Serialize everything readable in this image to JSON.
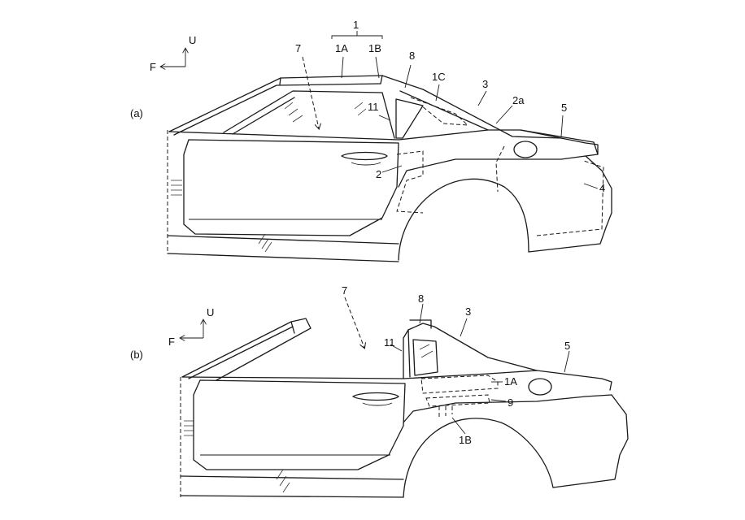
{
  "figure_a": {
    "caption": "(a)",
    "axes": {
      "up": "U",
      "front": "F"
    },
    "labels": {
      "group": "1",
      "panel_1a": "1A",
      "panel_1b": "1B",
      "panel_1c": "1C",
      "n2": "2",
      "n2a": "2a",
      "n3": "3",
      "n4": "4",
      "n5": "5",
      "n7": "7",
      "n8": "8",
      "n11": "11"
    }
  },
  "figure_b": {
    "caption": "(b)",
    "axes": {
      "up": "U",
      "front": "F"
    },
    "labels": {
      "panel_1a": "1A",
      "panel_1b": "1B",
      "n3": "3",
      "n5": "5",
      "n7": "7",
      "n8": "8",
      "n9": "9",
      "n11": "11"
    }
  }
}
